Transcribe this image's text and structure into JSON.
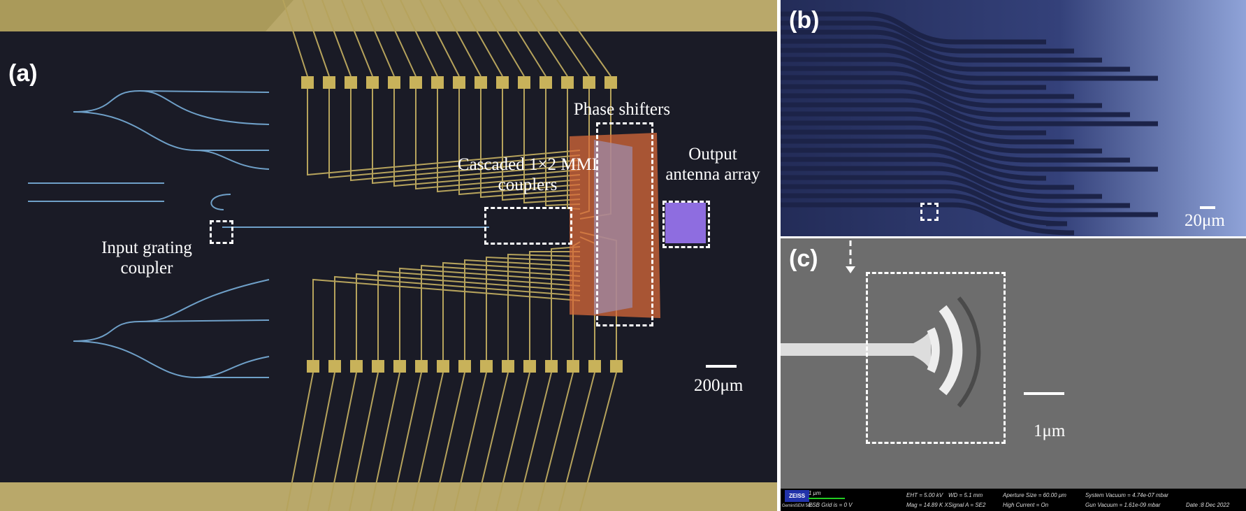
{
  "panels": {
    "a": {
      "label": "(a)",
      "annotations": {
        "input": "Input grating coupler",
        "mmi": "Cascaded 1×2 MMI couplers",
        "phase": "Phase shifters",
        "output": "Output antenna array"
      },
      "scale": "200μm"
    },
    "b": {
      "label": "(b)",
      "scale": "20μm"
    },
    "c": {
      "label": "(c)",
      "scale": "1μm",
      "info": {
        "logo": "ZEISS",
        "model": "GeminiSEM 500",
        "bar_label": "1 μm",
        "esb": "ESB Grid is =    0 V",
        "eht": "EHT =  5.00 kV",
        "wd": "WD =  5.1 mm",
        "mag": "Mag =  14.89 K X",
        "signal": "Signal A = SE2",
        "aperture": "Aperture Size = 60.00 μm",
        "current": "High Current = On",
        "sys_vac": "System Vacuum = 4.74e-07 mbar",
        "gun_vac": "Gun Vacuum = 1.61e-09 mbar",
        "date": "Date :8 Dec 2022"
      }
    }
  },
  "colors": {
    "chip": "#1a1b26",
    "gold": "#c8b25a",
    "waveguide": "#6fa0c8",
    "heater": "#e0703a"
  }
}
